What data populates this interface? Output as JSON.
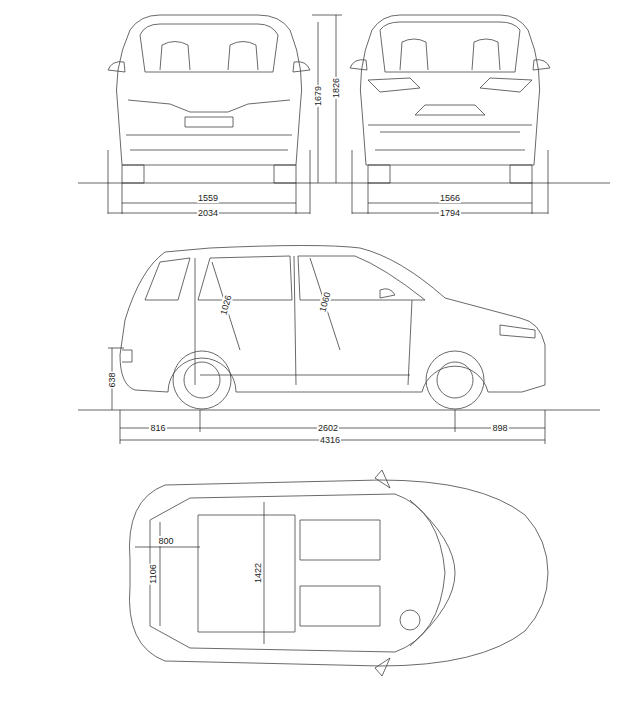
{
  "diagram": {
    "labels": [
      "1679",
      "1826",
      "1559",
      "2034",
      "1566",
      "1794",
      "1026",
      "1060",
      "638",
      "816",
      "2602",
      "898",
      "4316",
      "800",
      "1106",
      "1422"
    ]
  }
}
